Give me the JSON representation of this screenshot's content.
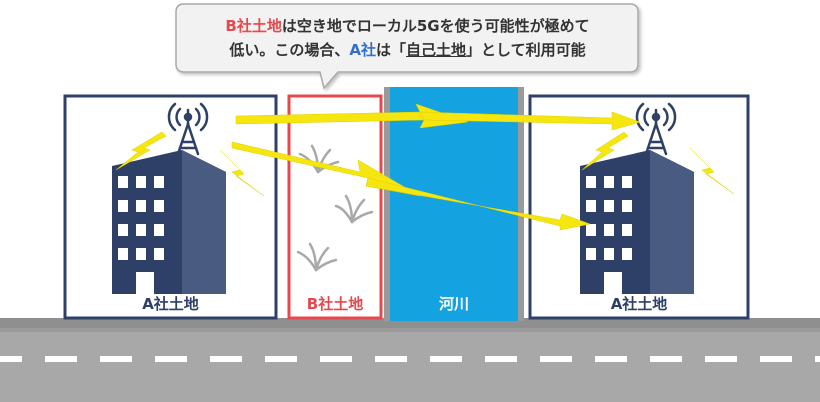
{
  "callout": {
    "line1": {
      "highlight": "B社土地",
      "rest": "は空き地でローカル5Gを使う可能性が極めて"
    },
    "line2": {
      "pre": "低い。この場合、",
      "highlight": "A社",
      "mid": "は「",
      "underlined": "自己土地",
      "post": "」として利用可能"
    }
  },
  "lots": {
    "left_a": "A社土地",
    "b": "B社土地",
    "river": "河川",
    "right_a": "A社土地"
  },
  "colors": {
    "a_accent": "#2f6fd0",
    "b_accent": "#e8474c",
    "navy": "#2e4068",
    "river": "#14a3e0",
    "lightning": "#f5e60f",
    "road": "#a3a3a3"
  }
}
